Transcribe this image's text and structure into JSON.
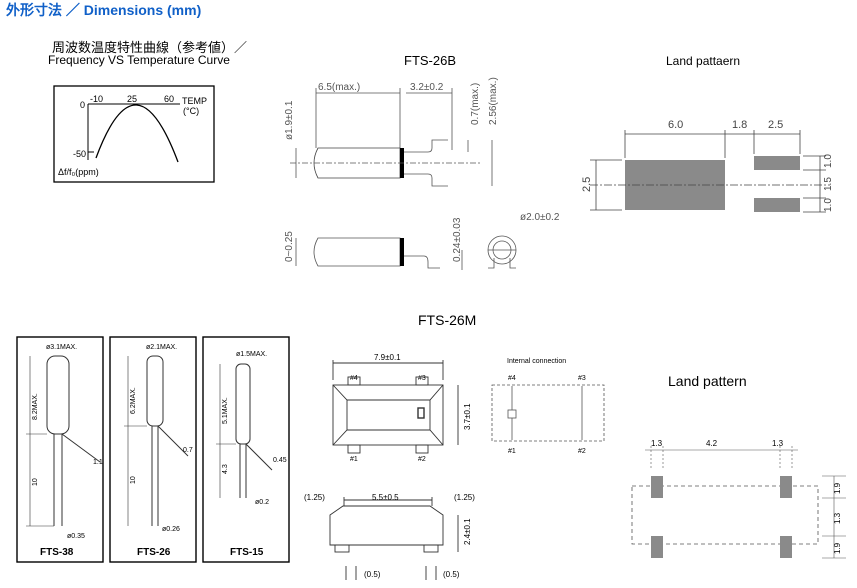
{
  "header": {
    "title": "外形寸法 ／ Dimensions (mm)"
  },
  "freq_curve": {
    "title_jp": "周波数温度特性曲線（参考値）／",
    "title_en": "Frequency VS Temperature Curve",
    "x_ticks": [
      "-10",
      "25",
      "60"
    ],
    "y_ticks": [
      "0",
      "-50"
    ],
    "x_label_1": "TEMP",
    "x_label_2": "(°C)",
    "y_label": "Δf/f₀(ppm)"
  },
  "fts26b": {
    "title": "FTS-26B",
    "dims": {
      "length": "6.5(max.)",
      "lead_len": "3.2±0.2",
      "diameter": "ø1.9±0.1",
      "lead_h": "0.7(max.)",
      "total_h": "2.56(max.)",
      "offset": "0~0.25",
      "thickness": "0.24±0.03",
      "end_dia": "ø2.0±0.2"
    }
  },
  "land1": {
    "title": "Land pattaern",
    "dims": {
      "a": "6.0",
      "b": "1.8",
      "c": "2.5",
      "h": "2.5",
      "r1": "1.0",
      "r2": "1.5",
      "r3": "1.0"
    }
  },
  "fts26m": {
    "title": "FTS-26M",
    "dims": {
      "width": "7.9±0.1",
      "height": "3.7±0.1",
      "pitch": "5.5±0.5",
      "left": "(1.25)",
      "right": "(1.25)",
      "side_h": "2.4±0.1",
      "pad1": "(0.5)",
      "pad2": "(0.5)"
    },
    "pins": {
      "p4": "#4",
      "p3": "#3",
      "p1": "#1",
      "p2": "#2"
    },
    "internal": {
      "title": "Internal connection",
      "p4": "#4",
      "p3": "#3",
      "p1": "#1",
      "p2": "#2"
    }
  },
  "land2": {
    "title": "Land pattern",
    "dims": {
      "a": "1.3",
      "b": "4.2",
      "c": "1.3",
      "v1": "1.9",
      "v2": "1.3",
      "v3": "1.9"
    }
  },
  "crystals": [
    {
      "name": "FTS-38",
      "dia": "ø3.1MAX.",
      "len": "8.2MAX.",
      "lead": "10",
      "pitch": "1.1",
      "wire": "ø0.35"
    },
    {
      "name": "FTS-26",
      "dia": "ø2.1MAX.",
      "len": "6.2MAX.",
      "lead": "10",
      "pitch": "0.7",
      "wire": "ø0.26"
    },
    {
      "name": "FTS-15",
      "dia": "ø1.5MAX.",
      "len": "5.1MAX.",
      "lead": "4.3",
      "pitch": "0.45",
      "wire": "ø0.2"
    }
  ]
}
